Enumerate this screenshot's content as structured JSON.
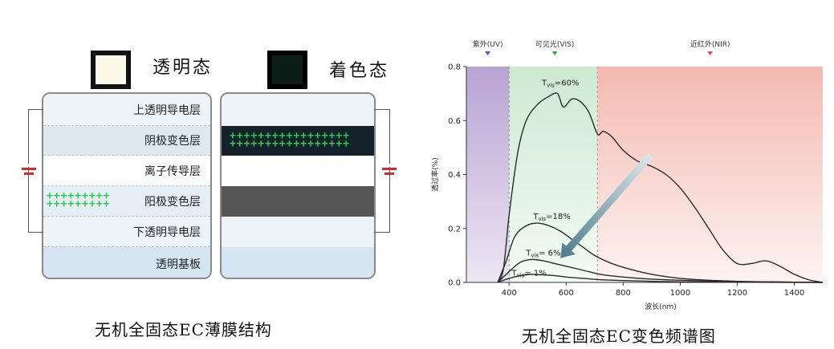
{
  "structure": {
    "transparent_state_label": "透明态",
    "colored_state_label": "着色态",
    "layers": [
      "上透明导电层",
      "阴极变色层",
      "离子传导层",
      "阳极变色层",
      "下透明导电层",
      "透明基板"
    ],
    "caption": "无机全固态EC薄膜结构"
  },
  "spectrum": {
    "caption": "无机全固态EC变色频谱图",
    "region_labels": {
      "uv": "紫外(UV)",
      "vis": "可见光(VIS)",
      "nir": "近红外(NIR)"
    },
    "colors": {
      "uv": "#b9a3d3",
      "vis": "#cde9d2",
      "nir": "#f4b9b0",
      "arrow": "#4d7b8c",
      "plus": "#2ccc4a"
    },
    "curve_labels": [
      "T_vis=60%",
      "T_vis=18%",
      "T_vis= 6%",
      "T_vis= 1%"
    ]
  },
  "chart_data": {
    "type": "line",
    "xlabel": "波长(nm)",
    "ylabel": "透过率(%)",
    "xlim": [
      250,
      1500
    ],
    "ylim": [
      0,
      0.8
    ],
    "xticks": [
      400,
      600,
      800,
      1000,
      1200,
      1400
    ],
    "yticks": [
      0.0,
      0.2,
      0.4,
      0.6,
      0.8
    ],
    "regions": [
      {
        "name": "紫外(UV)",
        "from": 250,
        "to": 400
      },
      {
        "name": "可见光(VIS)",
        "from": 400,
        "to": 710
      },
      {
        "name": "近红外(NIR)",
        "from": 710,
        "to": 1500
      }
    ],
    "series": [
      {
        "name": "T_vis=60%",
        "x": [
          360,
          380,
          400,
          430,
          460,
          500,
          540,
          570,
          590,
          620,
          650,
          680,
          710,
          730,
          760,
          800,
          850,
          900,
          950,
          1000,
          1050,
          1100,
          1150,
          1200,
          1250,
          1300,
          1350,
          1400,
          1450,
          1500
        ],
        "y": [
          0,
          0.05,
          0.25,
          0.48,
          0.6,
          0.66,
          0.69,
          0.7,
          0.65,
          0.68,
          0.67,
          0.63,
          0.55,
          0.56,
          0.54,
          0.49,
          0.45,
          0.43,
          0.4,
          0.35,
          0.28,
          0.2,
          0.12,
          0.07,
          0.07,
          0.08,
          0.06,
          0.03,
          0.01,
          0.0
        ]
      },
      {
        "name": "T_vis=18%",
        "x": [
          360,
          390,
          420,
          460,
          500,
          540,
          580,
          620,
          660,
          700,
          760,
          820,
          900,
          1000,
          1100,
          1200,
          1300,
          1400,
          1500
        ],
        "y": [
          0,
          0.08,
          0.17,
          0.21,
          0.22,
          0.21,
          0.19,
          0.16,
          0.13,
          0.1,
          0.07,
          0.05,
          0.03,
          0.015,
          0.008,
          0.004,
          0.002,
          0.001,
          0.0
        ]
      },
      {
        "name": "T_vis= 6%",
        "x": [
          360,
          400,
          440,
          480,
          520,
          560,
          600,
          660,
          720,
          800,
          900,
          1000,
          1100,
          1200,
          1300,
          1400,
          1500
        ],
        "y": [
          0,
          0.04,
          0.075,
          0.085,
          0.08,
          0.07,
          0.06,
          0.045,
          0.03,
          0.02,
          0.012,
          0.008,
          0.005,
          0.003,
          0.002,
          0.001,
          0.0
        ]
      },
      {
        "name": "T_vis= 1%",
        "x": [
          360,
          400,
          440,
          480,
          520,
          560,
          600,
          660,
          720,
          800,
          900,
          1000,
          1200,
          1400,
          1500
        ],
        "y": [
          0,
          0.015,
          0.025,
          0.03,
          0.028,
          0.025,
          0.02,
          0.015,
          0.01,
          0.007,
          0.004,
          0.002,
          0.001,
          0.0,
          0.0
        ]
      }
    ]
  }
}
